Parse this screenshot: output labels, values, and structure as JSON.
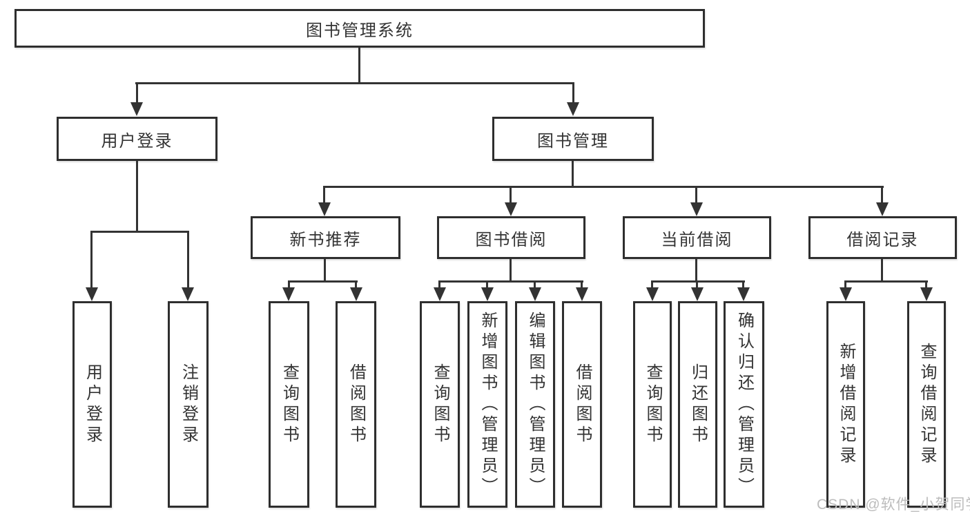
{
  "diagram": {
    "root": "图书管理系统",
    "level2": {
      "user_login": "用户登录",
      "book_management": "图书管理"
    },
    "level3": {
      "new_book_recommend": "新书推荐",
      "book_borrow": "图书借阅",
      "current_borrow": "当前借阅",
      "borrow_records": "借阅记录"
    },
    "leaves": {
      "user_login": "用户登录",
      "logout": "注销登录",
      "recommend_query": "查询图书",
      "recommend_borrow": "借阅图书",
      "borrow_query": "查询图书",
      "borrow_add": "新增图书（管理员）",
      "borrow_edit": "编辑图书（管理员）",
      "borrow_borrow": "借阅图书",
      "current_query": "查询图书",
      "current_return": "归还图书",
      "current_confirm": "确认归还（管理员）",
      "records_add": "新增借阅记录",
      "records_query": "查询借阅记录"
    }
  },
  "watermark": "CSDN @软件_小贺同学",
  "colors": {
    "line": "#333333",
    "text": "#333333",
    "watermark": "#bcbcbc",
    "background": "#ffffff"
  }
}
